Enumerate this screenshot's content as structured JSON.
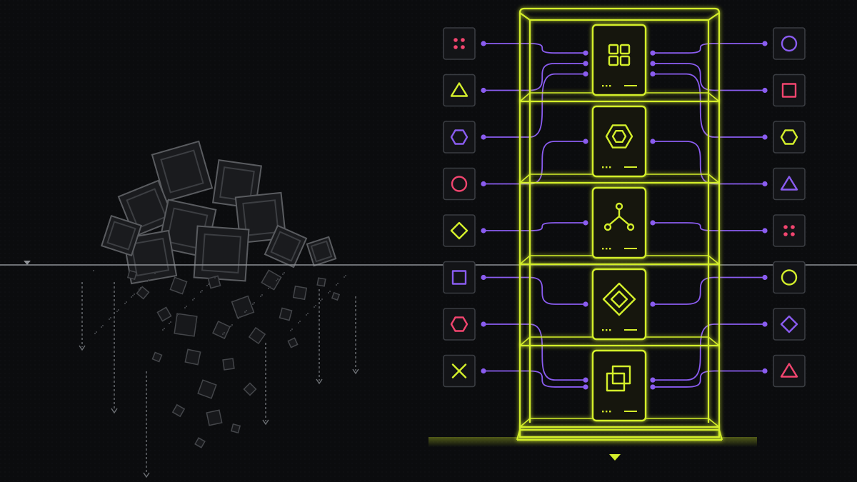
{
  "colors": {
    "background": "#0b0c0e",
    "accent": "#d4ef2b",
    "connector": "#8a5cf0",
    "pink": "#f2456f",
    "purple": "#8a5cf0",
    "yellow": "#d4ef2b",
    "tile_border": "#3a3d42",
    "tile_fill": "#131417",
    "debris": "#4a4c50",
    "divider": "#8e9196"
  },
  "left_palette": [
    {
      "shape": "four-dots",
      "color": "pink"
    },
    {
      "shape": "triangle",
      "color": "yellow"
    },
    {
      "shape": "hexagon",
      "color": "purple"
    },
    {
      "shape": "circle",
      "color": "pink"
    },
    {
      "shape": "diamond",
      "color": "yellow"
    },
    {
      "shape": "square",
      "color": "purple"
    },
    {
      "shape": "hexagon",
      "color": "pink"
    },
    {
      "shape": "cross",
      "color": "yellow"
    }
  ],
  "right_palette": [
    {
      "shape": "circle",
      "color": "purple"
    },
    {
      "shape": "square",
      "color": "pink"
    },
    {
      "shape": "hexagon",
      "color": "yellow"
    },
    {
      "shape": "triangle",
      "color": "purple"
    },
    {
      "shape": "four-dots",
      "color": "pink"
    },
    {
      "shape": "circle",
      "color": "yellow"
    },
    {
      "shape": "diamond",
      "color": "purple"
    },
    {
      "shape": "triangle",
      "color": "pink"
    }
  ],
  "cabinet_cards": [
    {
      "icon": "grid-icon"
    },
    {
      "icon": "hex-nut-icon"
    },
    {
      "icon": "tree-branch-icon"
    },
    {
      "icon": "nested-diamond-icon"
    },
    {
      "icon": "overlapping-squares-icon"
    }
  ],
  "links": [
    {
      "side": "left",
      "palette_index": 0,
      "card_index": 0
    },
    {
      "side": "left",
      "palette_index": 1,
      "card_index": 0
    },
    {
      "side": "left",
      "palette_index": 2,
      "card_index": 0
    },
    {
      "side": "left",
      "palette_index": 3,
      "card_index": 1
    },
    {
      "side": "left",
      "palette_index": 4,
      "card_index": 2
    },
    {
      "side": "left",
      "palette_index": 5,
      "card_index": 3
    },
    {
      "side": "left",
      "palette_index": 6,
      "card_index": 4
    },
    {
      "side": "left",
      "palette_index": 7,
      "card_index": 4
    },
    {
      "side": "right",
      "palette_index": 0,
      "card_index": 0
    },
    {
      "side": "right",
      "palette_index": 1,
      "card_index": 0
    },
    {
      "side": "right",
      "palette_index": 2,
      "card_index": 0
    },
    {
      "side": "right",
      "palette_index": 3,
      "card_index": 1
    },
    {
      "side": "right",
      "palette_index": 4,
      "card_index": 2
    },
    {
      "side": "right",
      "palette_index": 5,
      "card_index": 3
    },
    {
      "side": "right",
      "palette_index": 6,
      "card_index": 4
    },
    {
      "side": "right",
      "palette_index": 7,
      "card_index": 4
    }
  ]
}
